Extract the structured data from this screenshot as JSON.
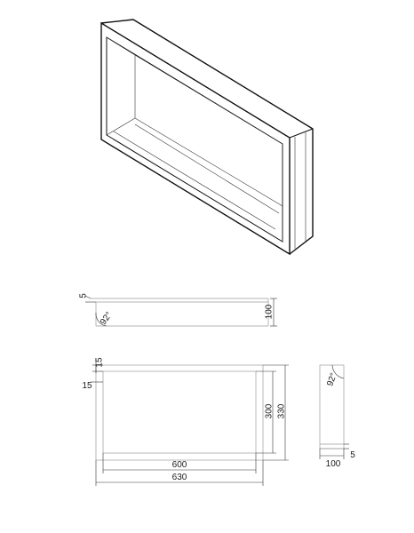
{
  "dimensions": {
    "side_top_gap": "5",
    "side_depth": "100",
    "side_angle": "92°",
    "front_frame_top": "15",
    "front_frame_left": "15",
    "front_inner_height": "300",
    "front_outer_height": "330",
    "front_inner_width": "600",
    "front_outer_width": "630",
    "right_angle": "92°",
    "right_depth": "100",
    "right_bottom_gap": "5"
  }
}
